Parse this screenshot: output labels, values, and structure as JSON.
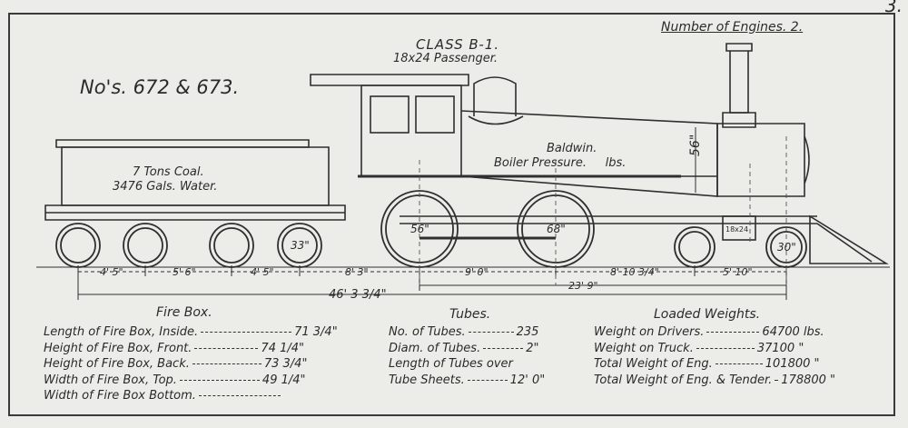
{
  "page_number": "3.",
  "number_of_engines": "Number of Engines. 2.",
  "class_name": "CLASS B-1.",
  "class_subtitle": "18x24 Passenger.",
  "engine_numbers": "No's. 672 & 673.",
  "tender_label_1": "7 Tons Coal.",
  "tender_label_2": "3476 Gals. Water.",
  "boiler_label_1": "Baldwin.",
  "boiler_label_2": "Boiler Pressure.     lbs.",
  "boiler_height": "56\"",
  "cylinder_size": "18x24",
  "wheels": {
    "tender": "33\"",
    "driver_front": "56\"",
    "driver_rear": "68\"",
    "truck": "30\""
  },
  "dimensions": {
    "d1": "4' 5\"",
    "d2": "5' 6\"",
    "d3": "4' 5\"",
    "d4": "8' 3\"",
    "d5": "9' 0\"",
    "d6": "8' 10 3/4\"",
    "d7": "5' 10\"",
    "total_wheelbase": "23' 9\"",
    "overall": "46' 3 3/4\""
  },
  "firebox": {
    "heading": "Fire Box.",
    "rows": [
      {
        "label": "Length of Fire Box, Inside.",
        "value": "71 3/4\""
      },
      {
        "label": "Height of Fire Box, Front.",
        "value": "74 1/4\""
      },
      {
        "label": "Height of Fire Box, Back.",
        "value": "73 3/4\""
      },
      {
        "label": "Width of Fire Box, Top.",
        "value": "49 1/4\""
      },
      {
        "label": "Width of Fire Box Bottom.",
        "value": ""
      }
    ]
  },
  "tubes": {
    "heading": "Tubes.",
    "rows": [
      {
        "label": "No. of Tubes.",
        "value": "235"
      },
      {
        "label": "Diam. of Tubes.",
        "value": "2\""
      },
      {
        "label": "Length of Tubes over",
        "value": ""
      },
      {
        "label": "Tube Sheets.",
        "value": "12' 0\""
      }
    ]
  },
  "weights": {
    "heading": "Loaded Weights.",
    "rows": [
      {
        "label": "Weight on Drivers.",
        "value": "64700 lbs."
      },
      {
        "label": "Weight on Truck.",
        "value": "37100 \""
      },
      {
        "label": "Total Weight of Eng.",
        "value": "101800 \""
      },
      {
        "label": "Total Weight of Eng. & Tender.",
        "value": "178800 \""
      }
    ]
  }
}
